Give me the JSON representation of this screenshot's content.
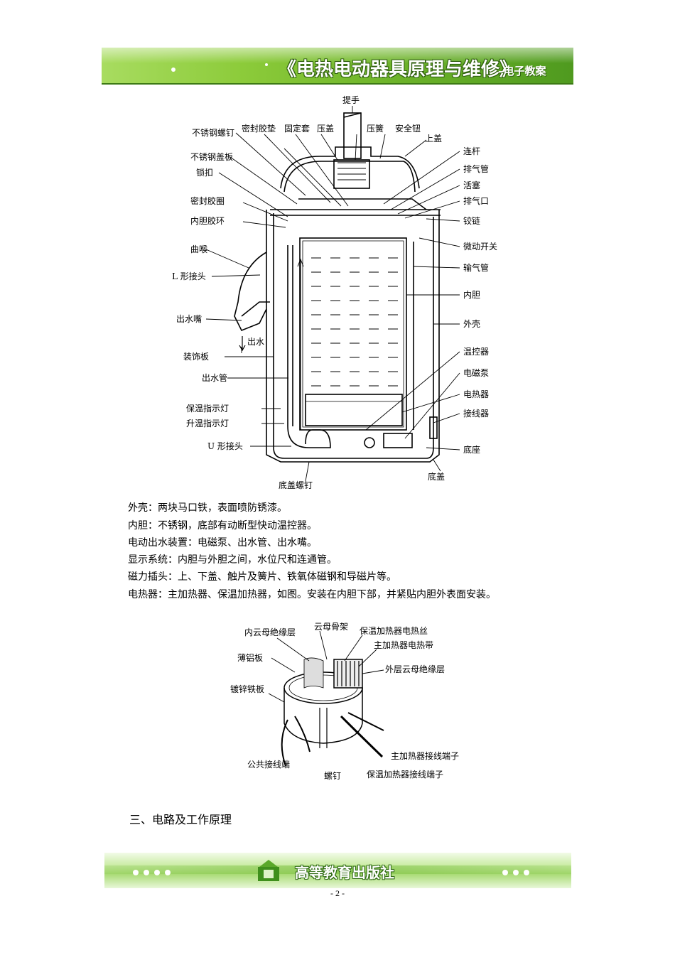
{
  "header": {
    "title": "《电热电动器具原理与维修》",
    "subtitle": "–电子教案"
  },
  "figure1": {
    "labels": {
      "handle": "提手",
      "seal_pad": "密封胶垫",
      "fixed_sleeve": "固定套",
      "press_cover": "压盖",
      "press_spring": "压簧",
      "safety_button": "安全钮",
      "upper_cover": "上盖",
      "ss_screw": "不锈钢螺钉",
      "ss_cover_plate": "不锈钢盖板",
      "lock_buckle": "锁扣",
      "seal_ring": "密封胶圈",
      "inner_rubber_ring": "内胆胶环",
      "neck": "曲喉",
      "l_joint": "L 形接头",
      "spout": "出水嘴",
      "water_out": "出水",
      "decor_board": "装饰板",
      "outlet_pipe": "出水管",
      "keep_warm_lamp": "保温指示灯",
      "heating_lamp": "升温指示灯",
      "u_joint": "U 形接头",
      "bottom_screw": "底盖螺钉",
      "connecting_rod": "连杆",
      "exhaust_pipe": "排气管",
      "piston": "活塞",
      "exhaust_port": "排气口",
      "hinge": "铰链",
      "micro_switch": "微动开关",
      "air_pipe": "输气管",
      "inner_tank": "内胆",
      "shell": "外壳",
      "thermostat": "温控器",
      "em_pump": "电磁泵",
      "heater": "电热器",
      "connector": "接线器",
      "base": "底座",
      "bottom_cover": "底盖"
    }
  },
  "paragraphs": [
    "外壳：两块马口铁，表面喷防锈漆。",
    "内胆：不锈钢，底部有动断型快动温控器。",
    "电动出水装置：电磁泵、出水管、出水嘴。",
    "显示系统：内胆与外胆之间，水位尺和连通管。",
    "磁力插头：上、下盖、触片及簧片、铁氧体磁钢和导磁片等。",
    "电热器：主加热器、保温加热器，如图。安装在内胆下部，并紧贴内胆外表面安装。"
  ],
  "figure2": {
    "labels": {
      "inner_mica": "内云母绝缘层",
      "mica_frame": "云母骨架",
      "keep_warm_wire": "保温加热器电热丝",
      "main_heater_strip": "主加热器电热带",
      "thin_al": "薄铝板",
      "outer_mica": "外层云母绝缘层",
      "galv_plate": "镀锌铁板",
      "common_terminal": "公共接线端",
      "main_terminal": "主加热器接线端子",
      "screw": "螺钉",
      "keep_warm_terminal": "保温加热器接线端子"
    }
  },
  "section_heading": "三、电路及工作原理",
  "footer": {
    "publisher": "高等教育出版社",
    "page_number": "- 2 -"
  }
}
